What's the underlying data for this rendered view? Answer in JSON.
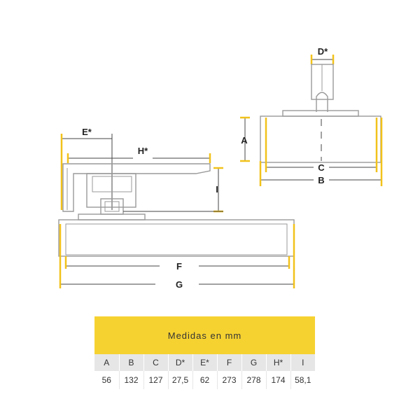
{
  "labels": {
    "d_star": "D*",
    "a": "A",
    "e_star": "E*",
    "h_star": "H*",
    "c": "C",
    "b": "B",
    "i": "I",
    "f": "F",
    "g": "G"
  },
  "table": {
    "title": "Medidas en mm",
    "headers": [
      "A",
      "B",
      "C",
      "D*",
      "E*",
      "F",
      "G",
      "H*",
      "I"
    ],
    "values": [
      "56",
      "132",
      "127",
      "27,5",
      "62",
      "273",
      "278",
      "174",
      "58,1"
    ]
  },
  "colors": {
    "accent_yellow": "#f6d231",
    "dimension_marker": "#f2c21b",
    "line_gray": "#9a9a9a",
    "header_gray": "#e6e6e6"
  }
}
